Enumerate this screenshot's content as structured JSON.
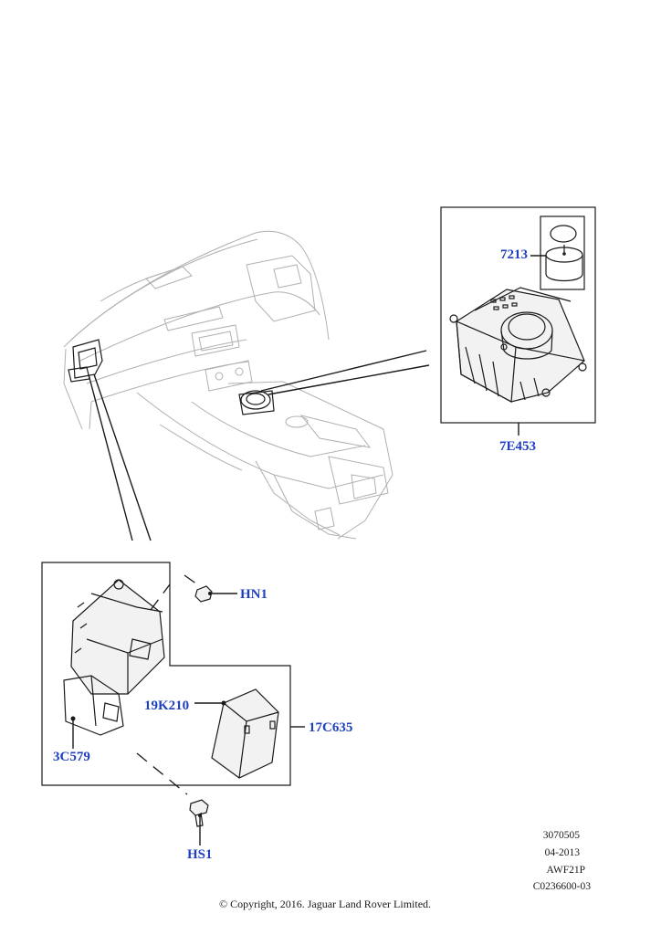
{
  "callouts": {
    "c7213": "7213",
    "c7E453": "7E453",
    "cHN1": "HN1",
    "c19K210": "19K210",
    "c17C635": "17C635",
    "c3C579": "3C579",
    "cHS1": "HS1"
  },
  "meta": {
    "line1": "3070505",
    "line2": "04-2013",
    "line3": "AWF21P",
    "line4": "C0236600-03"
  },
  "copyright": "© Copyright, 2016. Jaguar Land Rover Limited.",
  "colors": {
    "callout_text": "#1f3fbf",
    "line_art": "#1a1a1a",
    "background_art": "#b0b0b0"
  },
  "icons": {
    "dashboard": "vehicle-dashboard-icon",
    "gear_selector": "gear-selector-module-icon",
    "knob": "rotary-knob-icon",
    "bracket": "module-bracket-icon",
    "control_module": "control-module-icon",
    "nut": "nut-icon",
    "screw": "screw-icon"
  }
}
